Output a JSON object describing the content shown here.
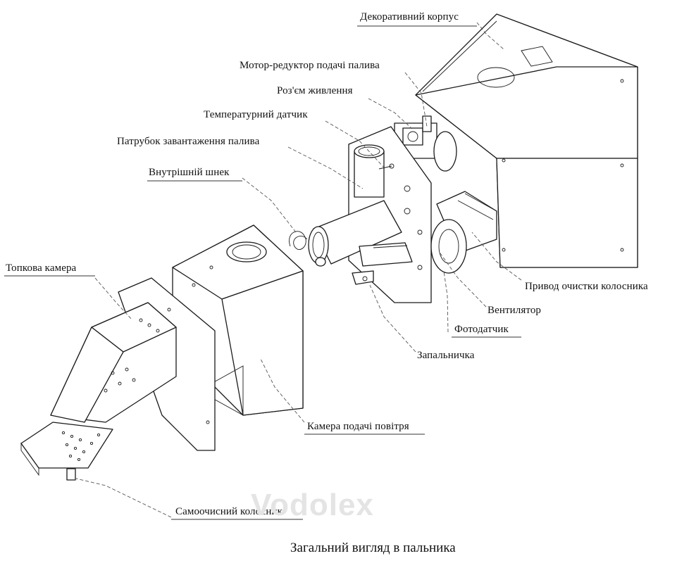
{
  "labels": {
    "decorative_case": "Декоративний корпус",
    "fuel_motor_reducer": "Мотор-редуктор подачі палива",
    "power_connector": "Роз'єм живлення",
    "temperature_sensor": "Температурний датчик",
    "fuel_inlet_pipe": "Патрубок завантаження палива",
    "inner_auger": "Внутрішній шнек",
    "combustion_chamber": "Топкова камера",
    "grate_cleaning_drive": "Привод очистки колосника",
    "fan": "Вентилятор",
    "photo_sensor": "Фотодатчик",
    "igniter": "Запальничка",
    "air_supply_chamber": "Камера подачі повітря",
    "self_cleaning_grate": "Самоочисний колосник"
  },
  "caption": "Загальний вигляд в  пальника",
  "watermark": "Vodolex"
}
